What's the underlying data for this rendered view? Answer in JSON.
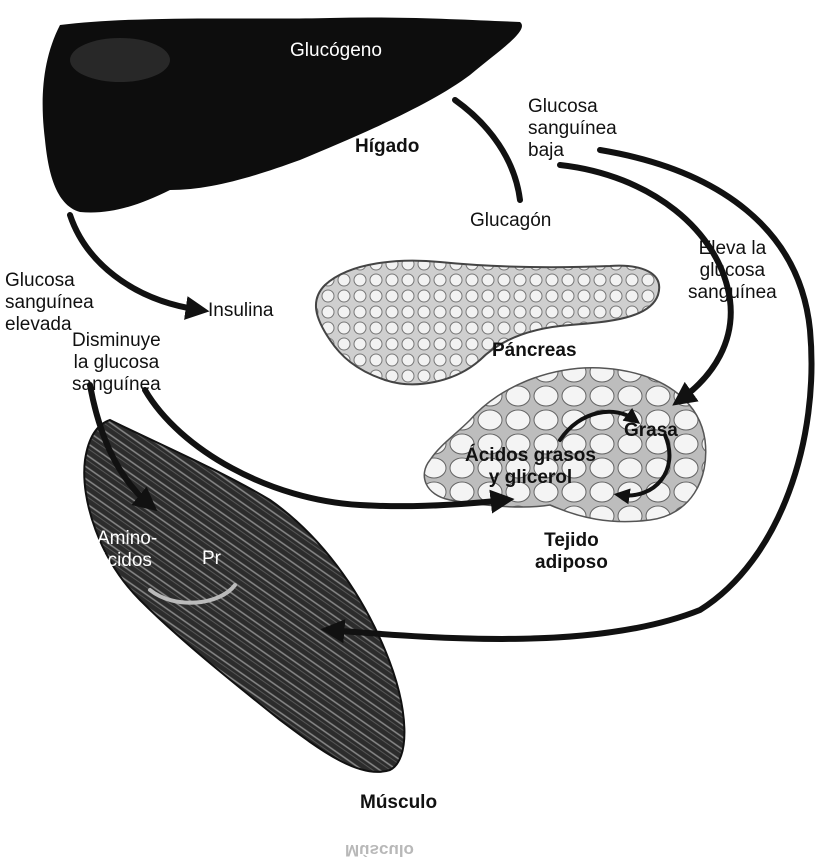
{
  "organs": {
    "liver": "Hígado",
    "pancreas": "Páncreas",
    "adipose": "Tejido\nadiposo",
    "muscle": "Músculo"
  },
  "substances": {
    "glycogen": "Glucógeno",
    "glucagon": "Glucagón",
    "insulin": "Insulina",
    "fat": "Grasa",
    "fatty_acids": "Ácidos grasos\ny glicerol",
    "amino_acids": "Amino-\nácidos",
    "protein_fragment": "Pr"
  },
  "conditions": {
    "low_glucose": "Glucosa\nsanguínea\nbaja",
    "high_glucose": "Glucosa\nsanguínea\nelevada",
    "raises_glucose": "Eleva la\nglucosa\nsanguínea",
    "lowers_glucose": "Disminuye\nla glucosa\nsanguínea"
  },
  "mirrored_caption": "Músculo",
  "colors": {
    "ink": "#111111",
    "tissue_fill": "#d9d9d9",
    "muscle_fill": "#3a3a3a"
  }
}
